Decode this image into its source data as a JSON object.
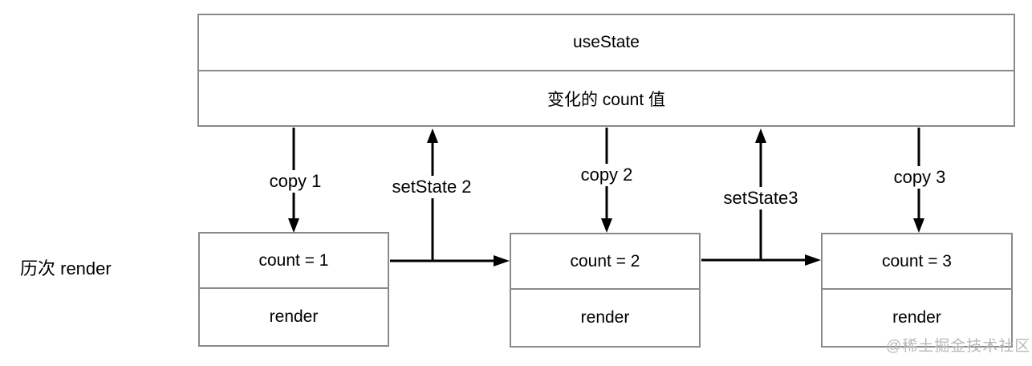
{
  "diagram": {
    "top_box": {
      "row1": "useState",
      "row2": "变化的 count 值"
    },
    "left_label": "历次 render",
    "arrow_labels": {
      "copy1": "copy 1",
      "setstate2": "setState 2",
      "copy2": "copy 2",
      "setstate3": "setState3",
      "copy3": "copy 3"
    },
    "render_boxes": [
      {
        "state": "count = 1",
        "label": "render"
      },
      {
        "state": "count = 2",
        "label": "render"
      },
      {
        "state": "count = 3",
        "label": "render"
      }
    ],
    "watermark": "@稀土掘金技术社区",
    "colors": {
      "border": "#8a8a8a",
      "line": "#000000",
      "text": "#000000",
      "watermark": "#b9b9b9",
      "background": "#ffffff"
    }
  }
}
